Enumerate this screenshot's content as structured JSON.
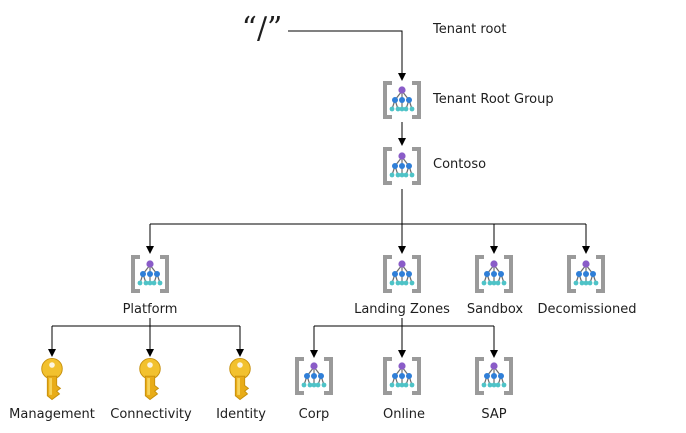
{
  "root": {
    "symbol": "“/”",
    "label": "Tenant root"
  },
  "groups": {
    "tenant_root_group": "Tenant Root Group",
    "contoso": "Contoso",
    "platform": "Platform",
    "landing_zones": "Landing Zones",
    "sandbox": "Sandbox",
    "decomissioned": "Decomissioned",
    "corp": "Corp",
    "online": "Online",
    "sap": "SAP"
  },
  "subscriptions": {
    "management": "Management",
    "connectivity": "Connectivity",
    "identity": "Identity"
  },
  "icons": {
    "management_group": "management-group-icon",
    "subscription": "key-icon"
  },
  "colors": {
    "bracket": "#9a9a9a",
    "node_top": "#8a5cc8",
    "node_mid": "#2f7fd8",
    "node_leaf": "#4ec3c7",
    "key_fill": "#f2c12e",
    "key_dark": "#c7900c",
    "line": "#000000"
  }
}
